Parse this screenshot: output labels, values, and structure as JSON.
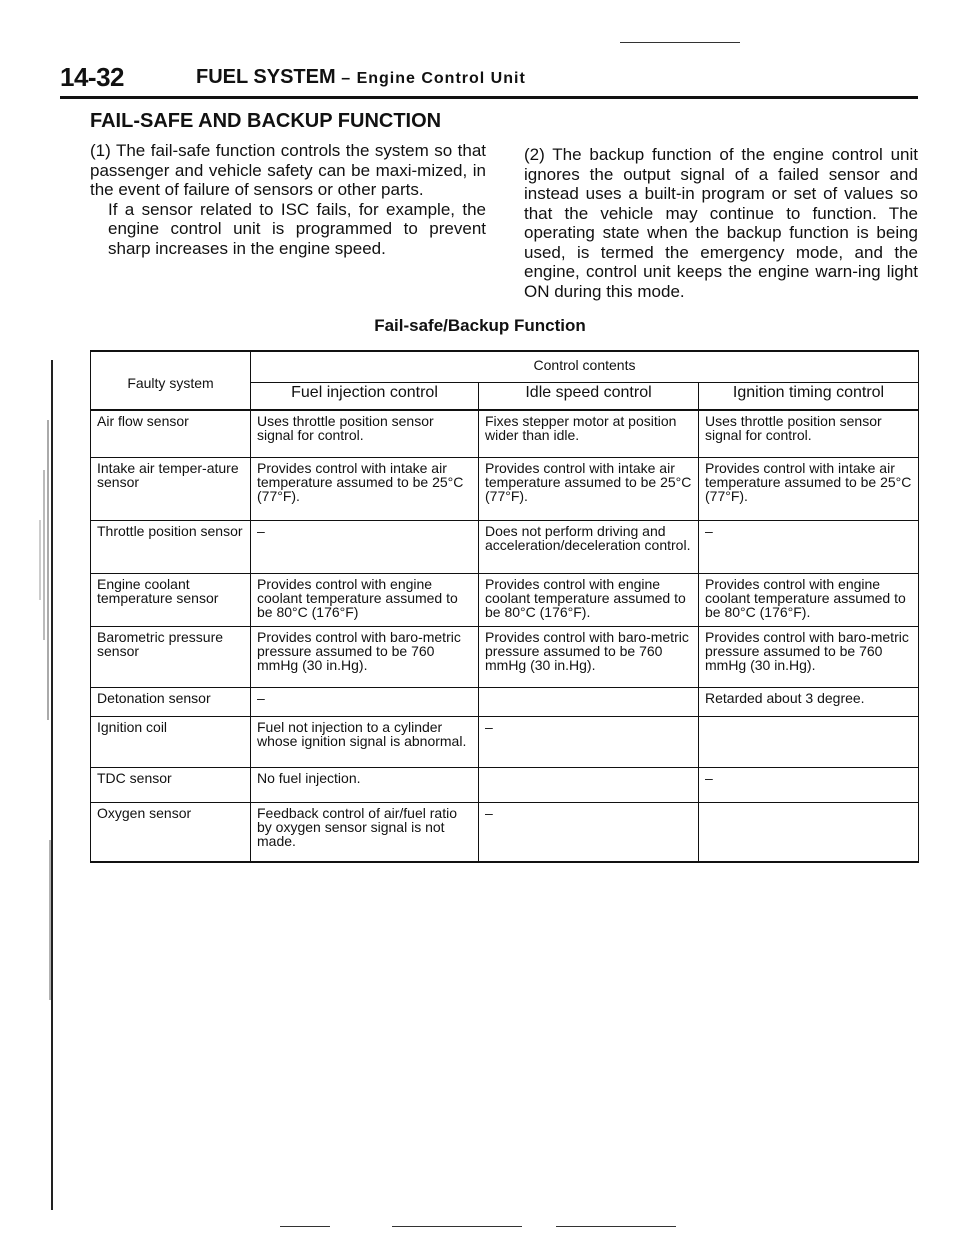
{
  "header": {
    "page_number": "14-32",
    "title": "FUEL SYSTEM",
    "subtitle": "– Engine Control Unit"
  },
  "section": {
    "title": "FAIL-SAFE AND BACKUP FUNCTION"
  },
  "paragraphs": {
    "fail_safe": {
      "number": "(1)",
      "text1": "The fail-safe function controls the system so that passenger and vehicle safety can be maxi-mized, in the event of failure of sensors or other parts.",
      "text2": "If a sensor related to ISC fails, for example, the engine control unit is programmed to prevent sharp increases in the engine speed."
    },
    "backup": {
      "number": "(2)",
      "text": "The backup function of the engine control unit ignores the output signal of a failed sensor and instead uses a built-in program or set of values so that the vehicle may continue to function. The operating state when the backup function is being used, is termed the emergency mode, and the engine, control unit keeps the engine warn-ing light ON during this mode."
    }
  },
  "table": {
    "title": "Fail-safe/Backup Function",
    "header_faulty": "Faulty system",
    "header_control": "Control contents",
    "columns": [
      "Fuel injection control",
      "Idle speed control",
      "Ignition timing control"
    ],
    "rows": [
      {
        "system": "Air flow sensor",
        "fuel": "Uses throttle position sensor signal for control.",
        "idle": "Fixes stepper motor at position wider than idle.",
        "ignition": "Uses throttle position sensor signal for control."
      },
      {
        "system": "Intake air temper-ature sensor",
        "fuel": "Provides control with intake air temperature assumed to be 25°C (77°F).",
        "idle": "Provides control with intake air temperature assumed to be 25°C (77°F).",
        "ignition": "Provides control with intake air temperature assumed to be 25°C (77°F)."
      },
      {
        "system": "Throttle position sensor",
        "fuel": "–",
        "idle": "Does not perform driving and acceleration/deceleration control.",
        "ignition": "–"
      },
      {
        "system": "Engine coolant temperature sensor",
        "fuel": "Provides control with engine coolant temperature assumed to be 80°C (176°F)",
        "idle": "Provides control with engine coolant temperature assumed to be 80°C (176°F).",
        "ignition": "Provides control with engine coolant temperature assumed to be 80°C (176°F)."
      },
      {
        "system": "Barometric pressure sensor",
        "fuel": "Provides control with baro-metric pressure assumed to be 760 mmHg (30 in.Hg).",
        "idle": "Provides control with baro-metric pressure assumed to be 760 mmHg (30 in.Hg).",
        "ignition": "Provides control with baro-metric pressure assumed to be 760 mmHg (30 in.Hg)."
      },
      {
        "system": "Detonation sensor",
        "fuel": "–",
        "idle": "",
        "ignition": "Retarded about 3 degree."
      },
      {
        "system": "Ignition coil",
        "fuel": "Fuel not injection to a cylinder whose ignition signal is abnormal.",
        "idle": "–",
        "ignition": ""
      },
      {
        "system": "TDC sensor",
        "fuel": "No fuel injection.",
        "idle": "",
        "ignition": "–"
      },
      {
        "system": "Oxygen sensor",
        "fuel": "Feedback control of air/fuel ratio by oxygen sensor signal is not made.",
        "idle": "–",
        "ignition": ""
      }
    ]
  }
}
